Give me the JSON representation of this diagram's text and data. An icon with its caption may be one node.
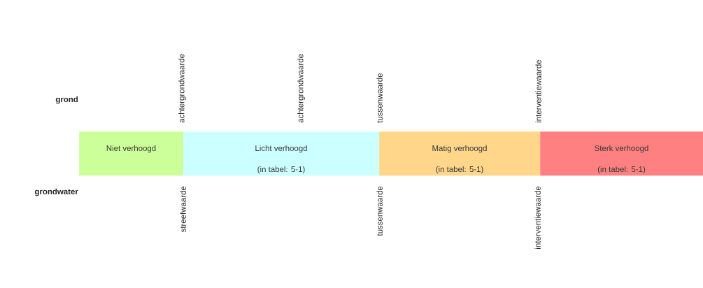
{
  "diagram": {
    "nodes": [
      {
        "text": [
          "Niet verhoogd"
        ]
      },
      {
        "text": [
          "Licht verhoogd",
          "(in tabel: 5-1)"
        ]
      },
      {
        "text": [
          "Matig verhoogd",
          "(in tabel: 5-1)"
        ]
      },
      {
        "text": [
          "Sterk verhoogd",
          "(in tabel: 5-1)"
        ]
      }
    ],
    "labels": [
      "achtergrondwaarde",
      "achtergrondwaarde",
      "tussenwaarde",
      "interventiewaarde",
      "grond",
      "grondwater",
      "streefwaarde",
      "tussenwaarde",
      "interventiewaarde"
    ]
  }
}
